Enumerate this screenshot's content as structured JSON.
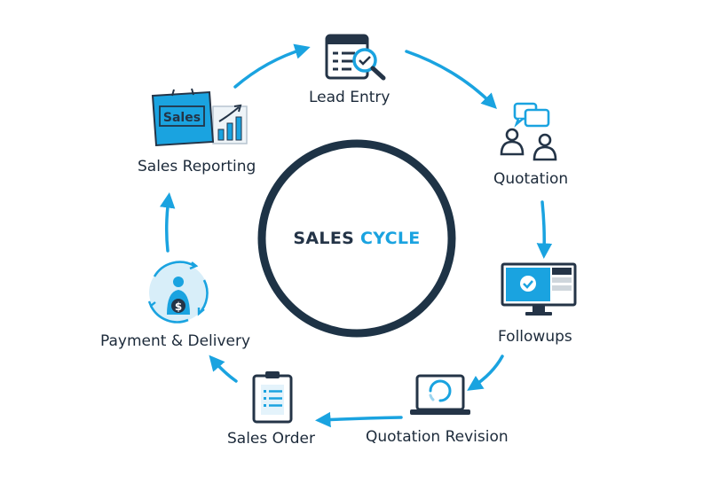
{
  "center": {
    "word1": "SALES",
    "word2": "CYCLE"
  },
  "steps": [
    {
      "label": "Lead Entry",
      "icon": "document-search-icon"
    },
    {
      "label": "Quotation",
      "icon": "chat-people-icon"
    },
    {
      "label": "Followups",
      "icon": "monitor-check-icon"
    },
    {
      "label": "Quotation Revision",
      "icon": "laptop-loading-icon"
    },
    {
      "label": "Sales Order",
      "icon": "clipboard-list-icon"
    },
    {
      "label": "Payment & Delivery",
      "icon": "money-person-cycle-icon"
    },
    {
      "label": "Sales Reporting",
      "icon": "sales-chart-icon"
    }
  ],
  "icon_labels": {
    "sales_sign": "Sales",
    "dollar": "$"
  },
  "colors": {
    "accent": "#1aa3e0",
    "dark": "#243447",
    "light_fill": "#d8eef9"
  }
}
